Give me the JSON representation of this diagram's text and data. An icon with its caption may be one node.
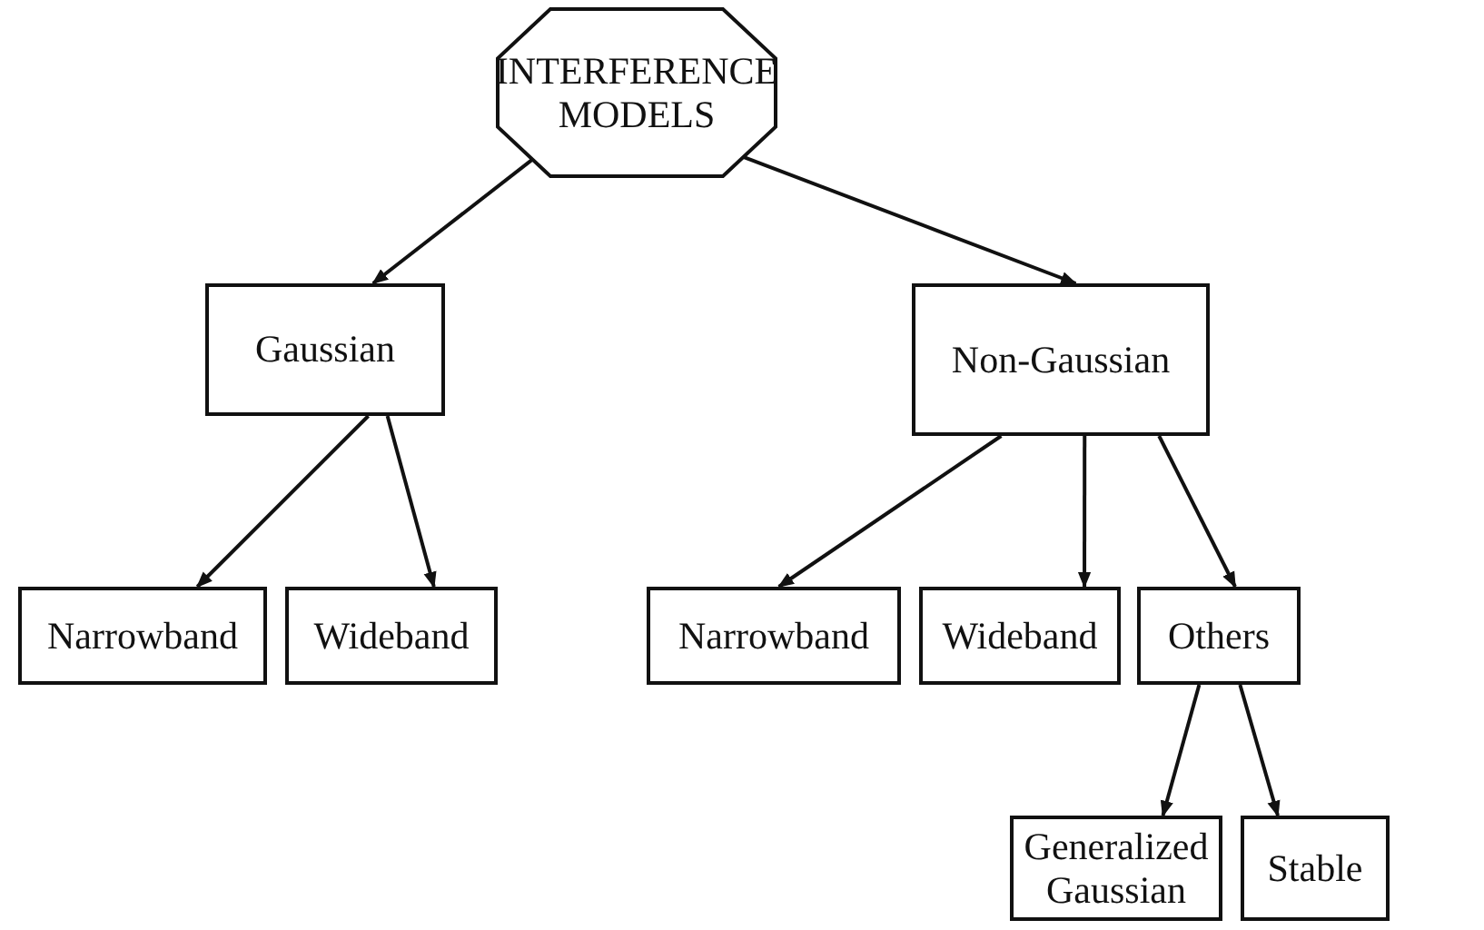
{
  "diagram": {
    "nodes": [
      {
        "text": [
          "INTERFERENCE MODELS"
        ]
      },
      {
        "text": [
          "Gaussian"
        ]
      },
      {
        "text": [
          "Non-Gaussian"
        ]
      },
      {
        "text": [
          "Narrowband"
        ]
      },
      {
        "text": [
          "Wideband"
        ]
      },
      {
        "text": [
          "Narrowband"
        ]
      },
      {
        "text": [
          "Wideband"
        ]
      },
      {
        "text": [
          "Others"
        ]
      },
      {
        "text": [
          "Generalized Gaussian"
        ]
      },
      {
        "text": [
          "Stable"
        ]
      }
    ],
    "edges": [
      {
        "from": 0,
        "to": 1,
        "arrow": "to"
      },
      {
        "from": 0,
        "to": 2,
        "arrow": "to"
      },
      {
        "from": 1,
        "to": 3,
        "arrow": "to"
      },
      {
        "from": 1,
        "to": 4,
        "arrow": "to"
      },
      {
        "from": 2,
        "to": 5,
        "arrow": "to"
      },
      {
        "from": 2,
        "to": 6,
        "arrow": "to"
      },
      {
        "from": 2,
        "to": 7,
        "arrow": "to"
      },
      {
        "from": 7,
        "to": 8,
        "arrow": "to"
      },
      {
        "from": 7,
        "to": 9,
        "arrow": "to"
      }
    ]
  }
}
